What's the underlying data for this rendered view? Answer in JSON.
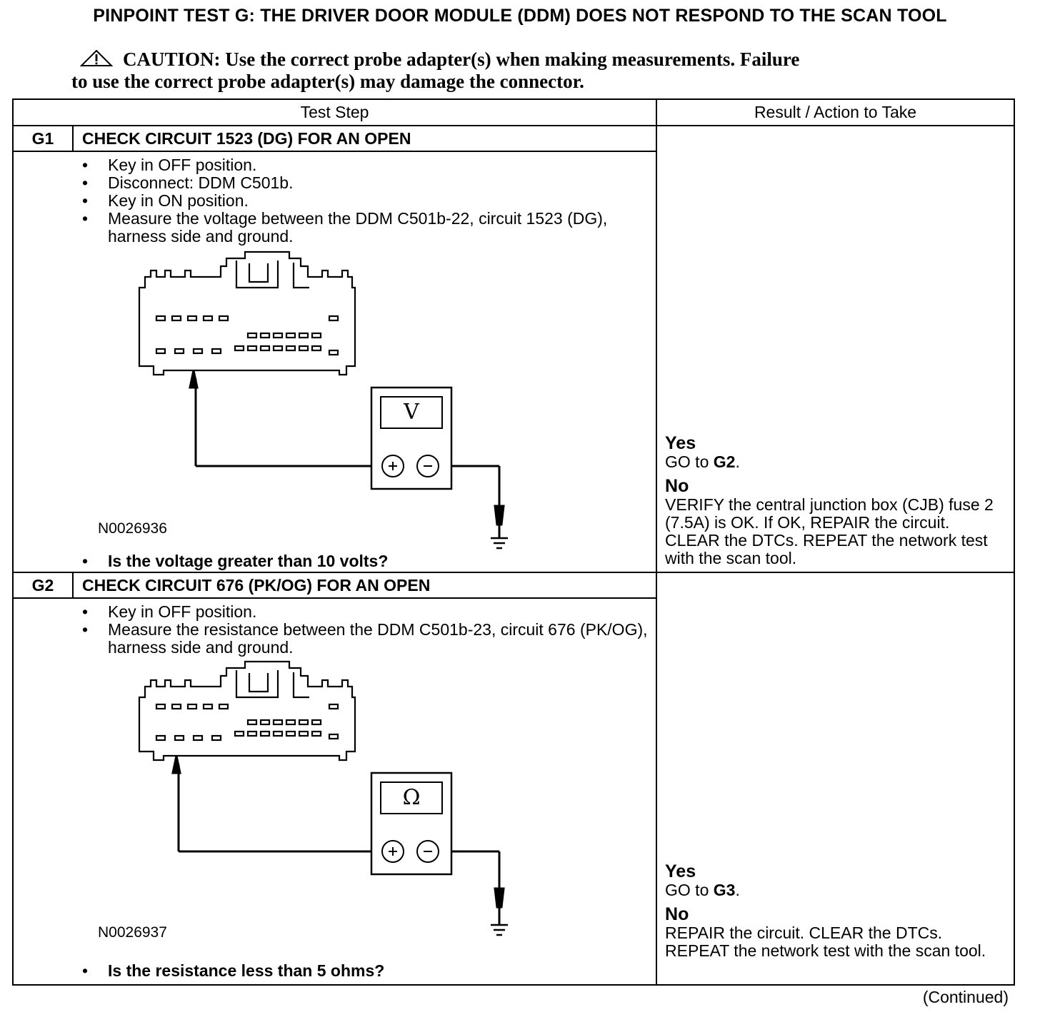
{
  "document": {
    "title": "PINPOINT TEST  G: THE DRIVER DOOR MODULE (DDM) DOES NOT RESPOND TO THE SCAN TOOL",
    "caution": {
      "icon": "warning-triangle-icon",
      "line1": "CAUTION: Use the correct probe adapter(s) when making measurements. Failure",
      "line2": "to use the correct probe adapter(s) may damage the connector."
    },
    "table": {
      "headers": {
        "test_step": "Test Step",
        "result": "Result / Action to Take"
      },
      "steps": [
        {
          "id": "G1",
          "heading": "CHECK CIRCUIT 1523 (DG) FOR AN OPEN",
          "bullets": [
            "Key in OFF position.",
            "Disconnect: DDM C501b.",
            "Key in ON position.",
            "Measure the voltage between the DDM C501b-22, circuit 1523 (DG), harness side and ground."
          ],
          "figure_id": "N0026936",
          "meter_symbol": "V",
          "question": "Is the voltage greater than 10 volts?",
          "yes_label": "Yes",
          "yes_prefix": "GO to ",
          "yes_target": "G2",
          "yes_suffix": ".",
          "no_label": "No",
          "no_text": "VERIFY the central junction box (CJB) fuse 2 (7.5A) is OK. If OK, REPAIR the circuit. CLEAR the DTCs. REPEAT the network test with the scan tool."
        },
        {
          "id": "G2",
          "heading": "CHECK CIRCUIT 676 (PK/OG) FOR AN OPEN",
          "bullets": [
            "Key in OFF position.",
            "Measure the resistance between the DDM C501b-23, circuit 676 (PK/OG), harness side and ground."
          ],
          "figure_id": "N0026937",
          "meter_symbol": "Ω",
          "question": "Is the resistance less than 5 ohms?",
          "yes_label": "Yes",
          "yes_prefix": "GO to ",
          "yes_target": "G3",
          "yes_suffix": ".",
          "no_label": "No",
          "no_text": "REPAIR the circuit. CLEAR the DTCs. REPEAT the network test with the scan tool."
        }
      ]
    },
    "continued": "(Continued)"
  }
}
